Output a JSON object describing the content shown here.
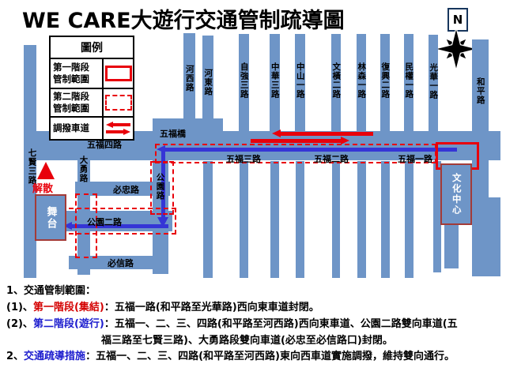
{
  "title": "WE CARE大遊行交通管制疏導圖",
  "compass": {
    "north_label": "N"
  },
  "legend": {
    "header": "圖例",
    "phase1": {
      "line1": "第一階段",
      "line2": "管制範圍"
    },
    "phase2": {
      "line1": "第二階段",
      "line2": "管制範圍"
    },
    "contraflow": {
      "line1": "調撥車道"
    }
  },
  "map": {
    "top_roads": [
      "河西路",
      "河東路",
      "自強三路",
      "中華三路",
      "中山一路",
      "文橫二路",
      "林森一路",
      "復興二路",
      "民權一路",
      "光華一路",
      "和平路"
    ],
    "left_roads": {
      "qixian": "七賢三路",
      "dayong": "大勇路",
      "gongyuan": "公園路"
    },
    "h_roads": {
      "wufu4": "五福四路",
      "wufu3": "五福三路",
      "wufu2": "五福二路",
      "wufu1": "五福一路",
      "bizhong": "必忠路",
      "gongyuan2": "公園二路",
      "bixin": "必信路"
    },
    "bridge": "五福橋",
    "stage": "舞台",
    "cultural_center": "文化中心",
    "dispersal": "解散"
  },
  "notes": {
    "n1_title": "1、交通管制範圍：",
    "n1a_prefix": "(1)、",
    "n1a_phase": "第一階段(集結)",
    "n1a_text": "：五福一路(和平路至光華路)西向東車道封閉。",
    "n1b_prefix": "(2)、",
    "n1b_phase": "第二階段(遊行)",
    "n1b_text": "：五福一、二、三、四路(和平路至河西路)西向東車道、公園二路雙向車道(五",
    "n1b_cont": "福三路至七賢三路)、大勇路段雙向車道(必忠至必信路口)封閉。",
    "n2_prefix": "2、",
    "n2_title": "交通疏導措施",
    "n2_text": "：五福一、二、三、四路(和平路至河西路)東向西車道實施調撥，維持雙向通行。"
  },
  "colors": {
    "road_blue": "#6E95C7",
    "control_red": "#E8000B",
    "route_blue": "#3535D6",
    "landmark_border": "#A33B38",
    "phase1_text_red": "#D40000",
    "phase2_text_blue": "#1C1CCE"
  }
}
